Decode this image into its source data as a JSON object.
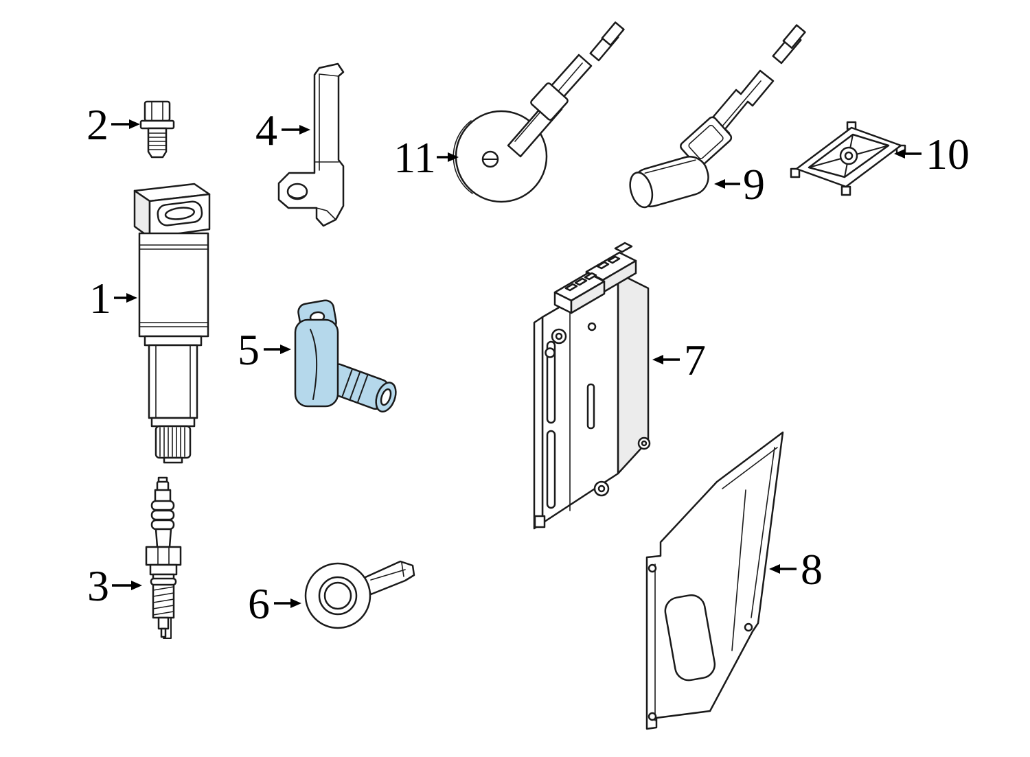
{
  "diagram": {
    "background": "#ffffff",
    "line_color": "#1a1a1a",
    "highlight_color": "#b5d8eb",
    "callouts": [
      {
        "label": "1",
        "part": "ignition-coil"
      },
      {
        "label": "2",
        "part": "coil-mounting-bolt"
      },
      {
        "label": "3",
        "part": "spark-plug"
      },
      {
        "label": "4",
        "part": "sensor-mounting-bracket"
      },
      {
        "label": "5",
        "part": "camshaft-position-sensor",
        "highlighted": true
      },
      {
        "label": "6",
        "part": "knock-sensor"
      },
      {
        "label": "7",
        "part": "engine-control-module"
      },
      {
        "label": "8",
        "part": "control-module-cover-plate"
      },
      {
        "label": "9",
        "part": "sensor-with-bracket"
      },
      {
        "label": "10",
        "part": "retainer-frame"
      },
      {
        "label": "11",
        "part": "round-sensor-with-bracket"
      }
    ]
  }
}
